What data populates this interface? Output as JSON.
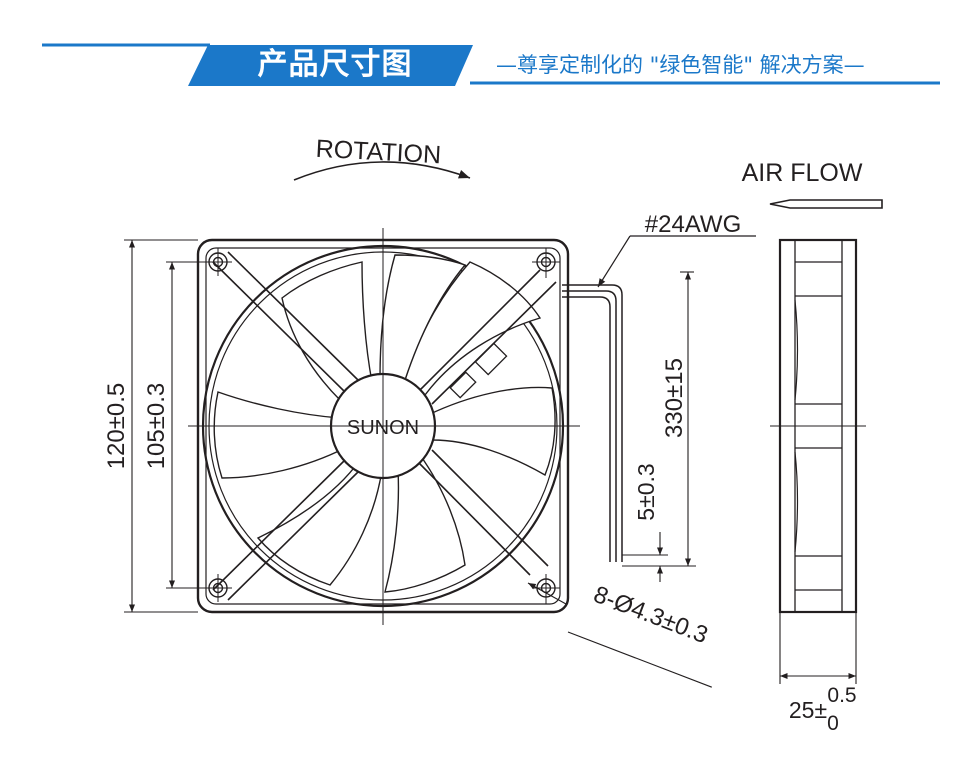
{
  "header": {
    "title": "产品尺寸图",
    "subtitle": "—尊享定制化的 \"绿色智能\" 解决方案—",
    "accent_color": "#1b78c9"
  },
  "drawing": {
    "rotation_label": "ROTATION",
    "airflow_label": "AIR FLOW",
    "wire_label": "#24AWG",
    "hub_brand": "SUNON",
    "dim_overall": "120±0.5",
    "dim_hole_spacing": "105±0.3",
    "dim_lead_length": "330±15",
    "dim_strip_length": "5±0.3",
    "dim_holes": "8-Ø4.3±0.3",
    "dim_depth_base": "25±",
    "dim_depth_upper": "0.5",
    "dim_depth_lower": "0",
    "line_color": "#231f20"
  }
}
